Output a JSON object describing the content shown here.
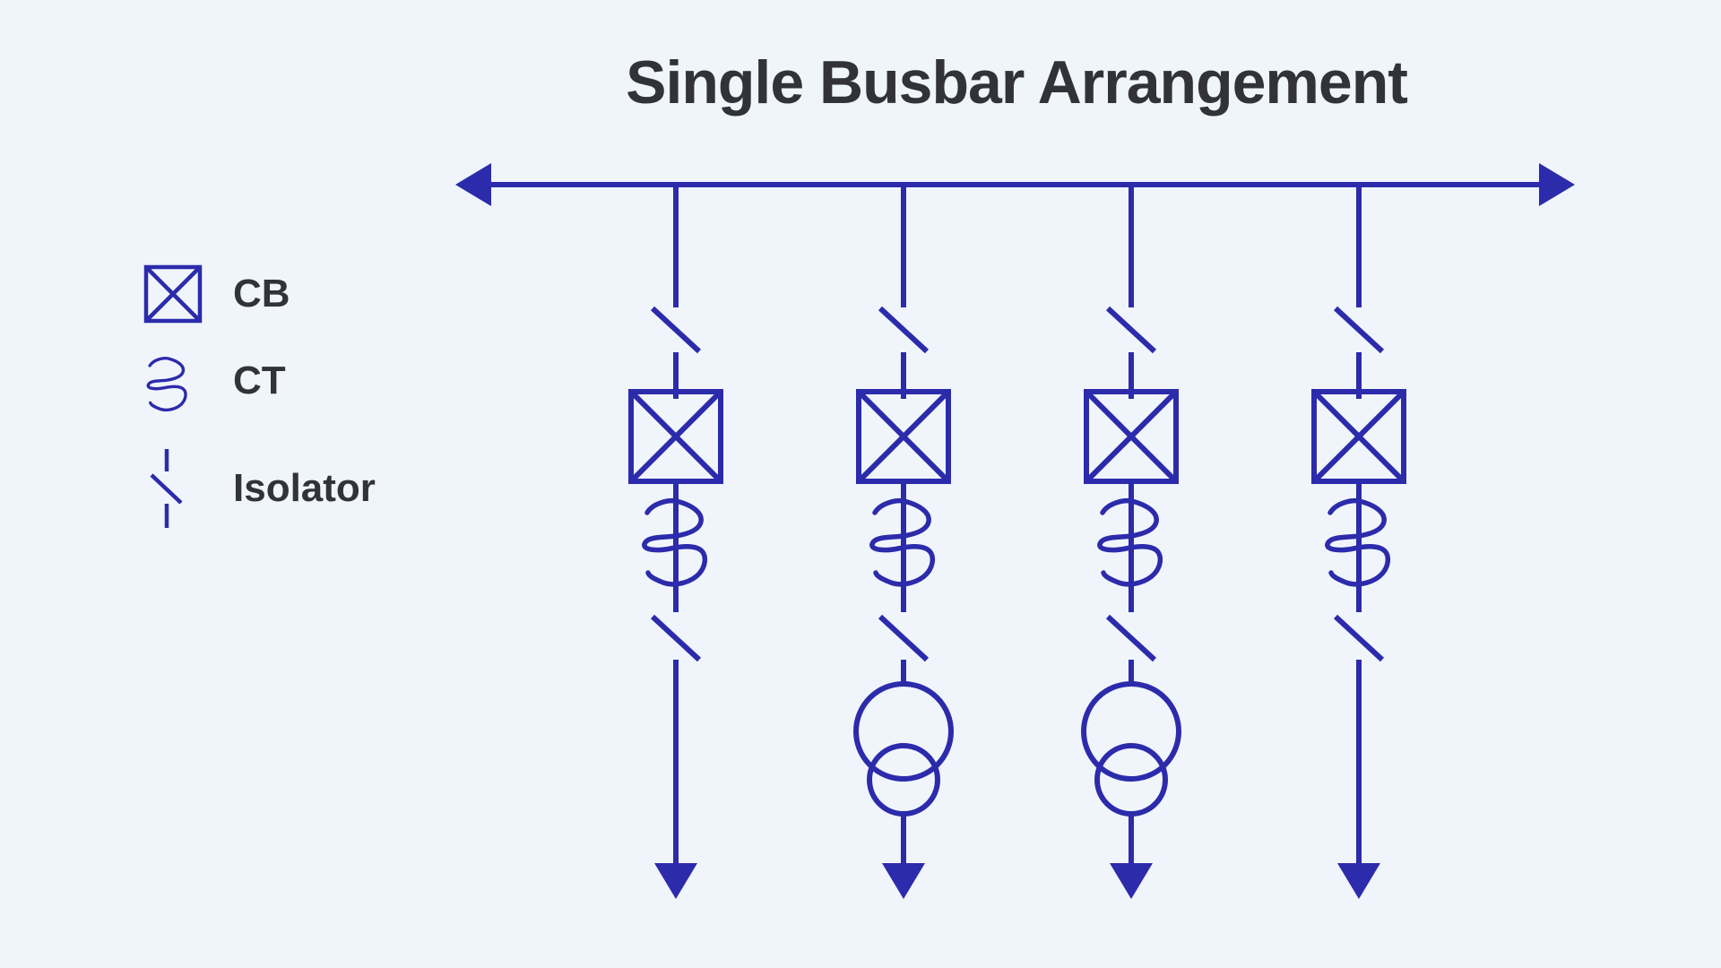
{
  "title": "Single Busbar Arrangement",
  "colors": {
    "background": "#f0f5fb",
    "line": "#2c2bab",
    "text": "#32323a"
  },
  "legend": {
    "items": [
      {
        "symbol": "circuit-breaker",
        "label": "CB"
      },
      {
        "symbol": "current-transformer",
        "label": "CT"
      },
      {
        "symbol": "isolator",
        "label": "Isolator"
      }
    ]
  },
  "diagram": {
    "busbar": {
      "shape": "horizontal-double-arrow"
    },
    "feeders": [
      {
        "id": "feeder-1",
        "components": [
          "isolator",
          "circuit-breaker",
          "current-transformer",
          "isolator"
        ],
        "termination": "outgoing-arrow"
      },
      {
        "id": "feeder-2",
        "components": [
          "isolator",
          "circuit-breaker",
          "current-transformer",
          "isolator",
          "two-winding-transformer"
        ],
        "termination": "outgoing-arrow"
      },
      {
        "id": "feeder-3",
        "components": [
          "isolator",
          "circuit-breaker",
          "current-transformer",
          "isolator",
          "two-winding-transformer"
        ],
        "termination": "outgoing-arrow"
      },
      {
        "id": "feeder-4",
        "components": [
          "isolator",
          "circuit-breaker",
          "current-transformer",
          "isolator"
        ],
        "termination": "outgoing-arrow"
      }
    ]
  }
}
